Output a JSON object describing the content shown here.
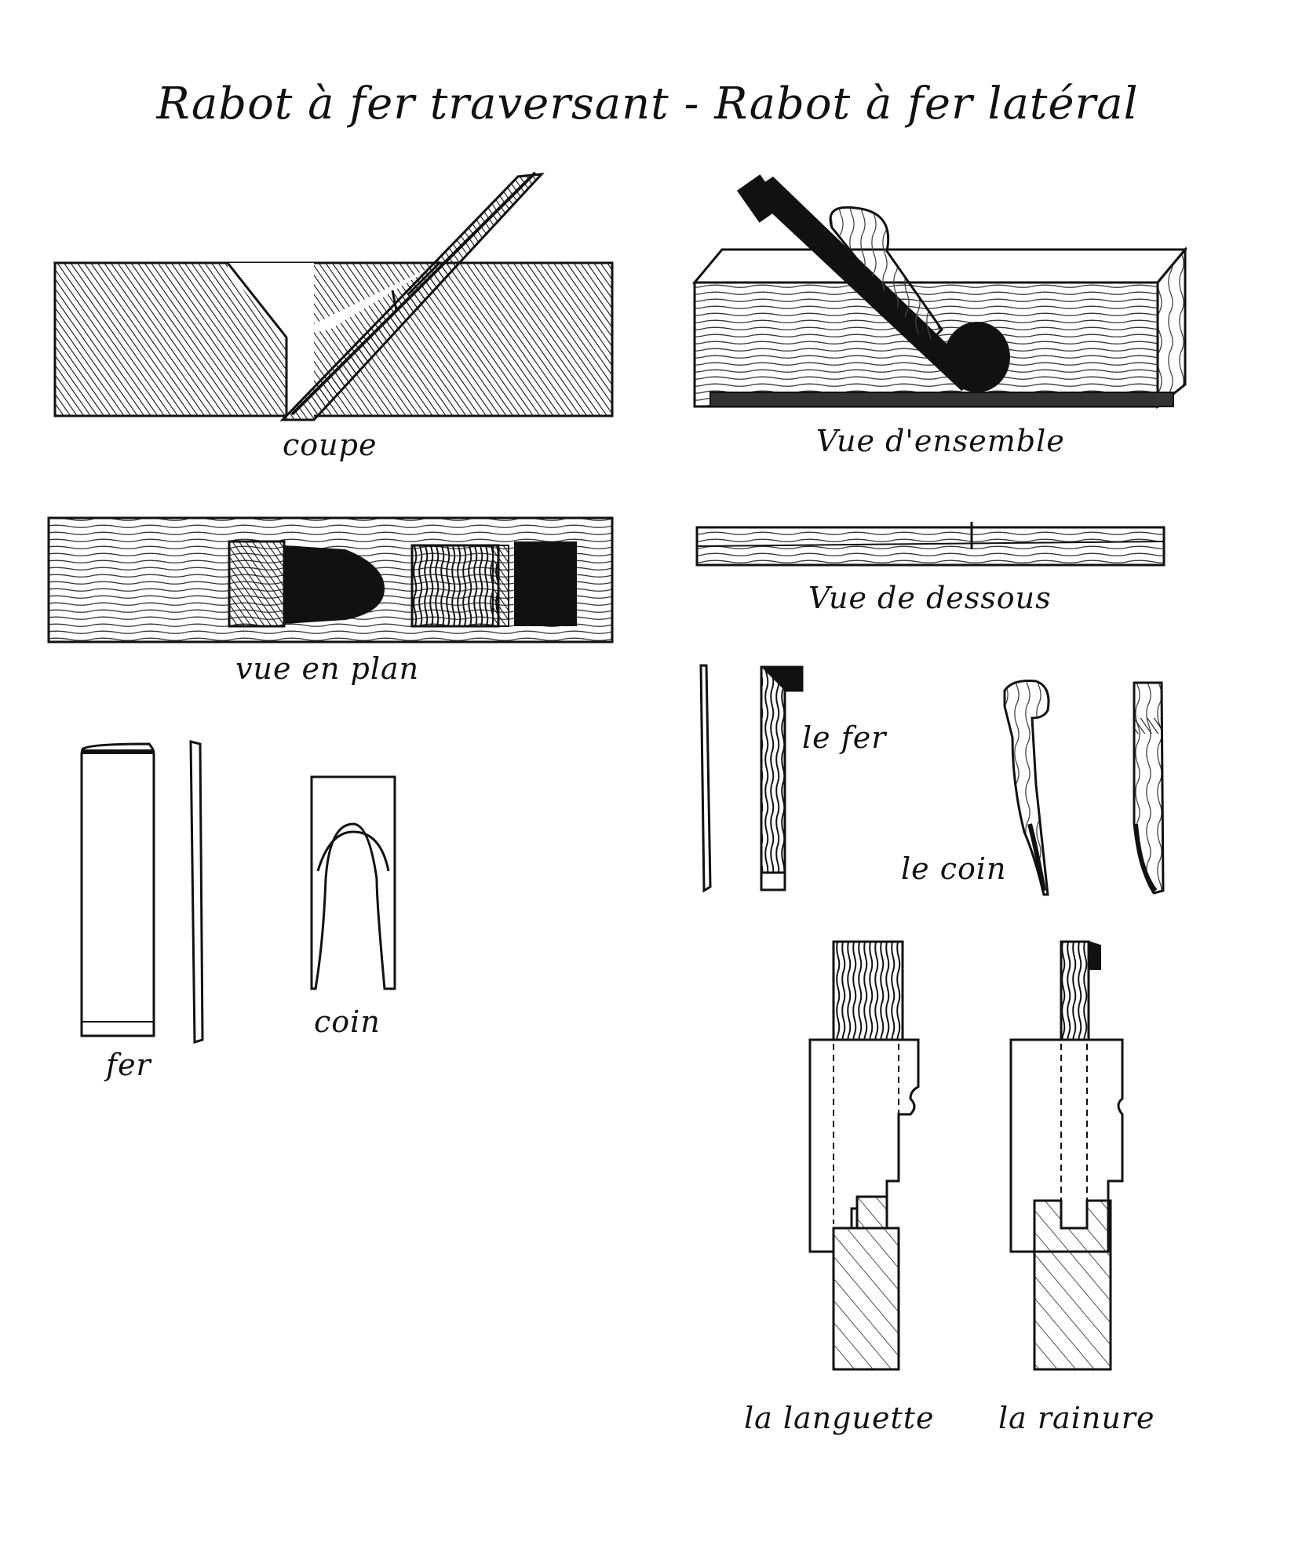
{
  "title": "Rabot à fer traversant  -  Rabot à fer latéral",
  "labels": {
    "coupe": "coupe",
    "vue_ensemble": "Vue  d'ensemble",
    "vue_en_plan": "vue en plan",
    "vue_de_dessous": "Vue de dessous",
    "le_fer": "le fer",
    "le_coin": "le coin",
    "fer": "fer",
    "coin": "coin",
    "la_languette": "la languette",
    "la_rainure": "la rainure"
  }
}
